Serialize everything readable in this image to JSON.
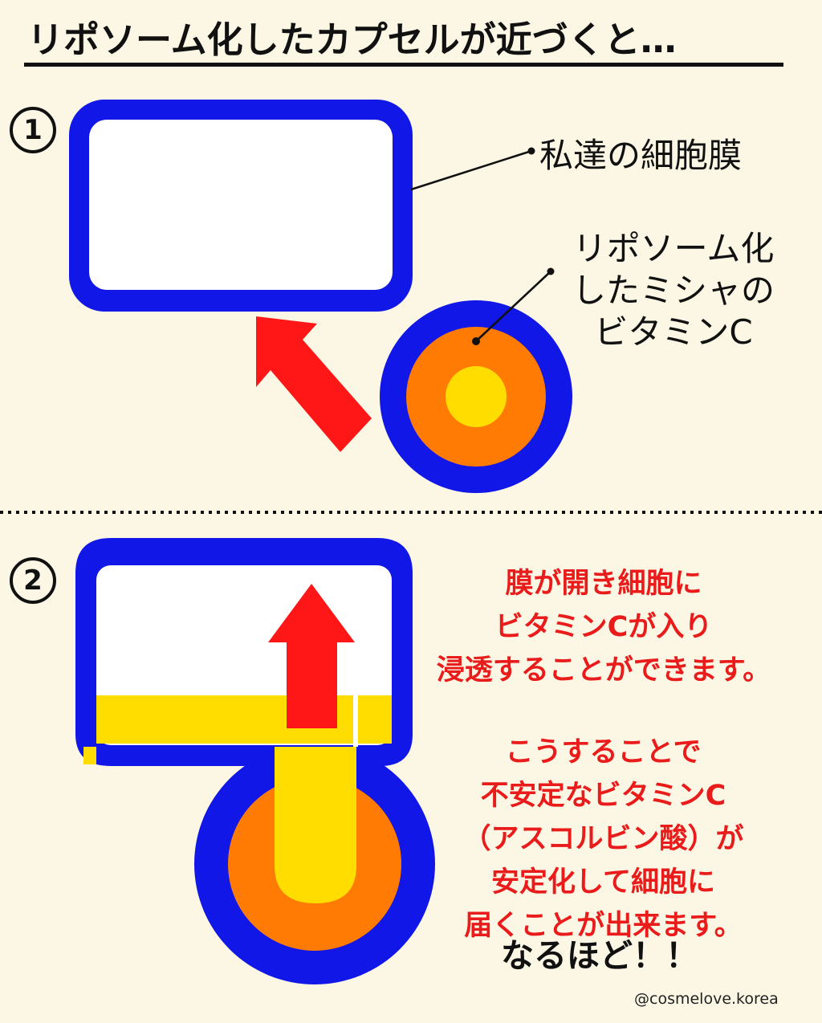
{
  "title": "リポソーム化したカプセルが近づくと…",
  "steps": {
    "one": "1",
    "two": "2"
  },
  "labels": {
    "membrane": "私達の細胞膜",
    "capsule_line1": "リポソーム化",
    "capsule_line2": "したミシャの",
    "capsule_line3": "ビタミンC"
  },
  "result_text": {
    "line1": "膜が開き細胞に",
    "line2": "ビタミンCが入り",
    "line3": "浸透することができます。"
  },
  "stable_text": {
    "line1": "こうすることで",
    "line2": "不安定なビタミンC",
    "line3": "（アスコルビン酸）が",
    "line4": "安定化して細胞に",
    "line5": "届くことが出来ます。"
  },
  "closing": "なるほど！！",
  "watermark": "@cosmelove.korea",
  "colors": {
    "background": "#fbf7e4",
    "membrane": "#1117e6",
    "capsule_outer": "#1117e6",
    "capsule_middle": "#ff7b04",
    "vitamin_core": "#ffdd00",
    "arrow": "#ff1717",
    "text_red": "#ea1b1b",
    "text_dark": "#111111"
  },
  "icons": {
    "step_marker": "circled-number-icon",
    "arrow_top": "diagonal-arrow-icon",
    "arrow_bottom": "upward-arrow-icon"
  }
}
